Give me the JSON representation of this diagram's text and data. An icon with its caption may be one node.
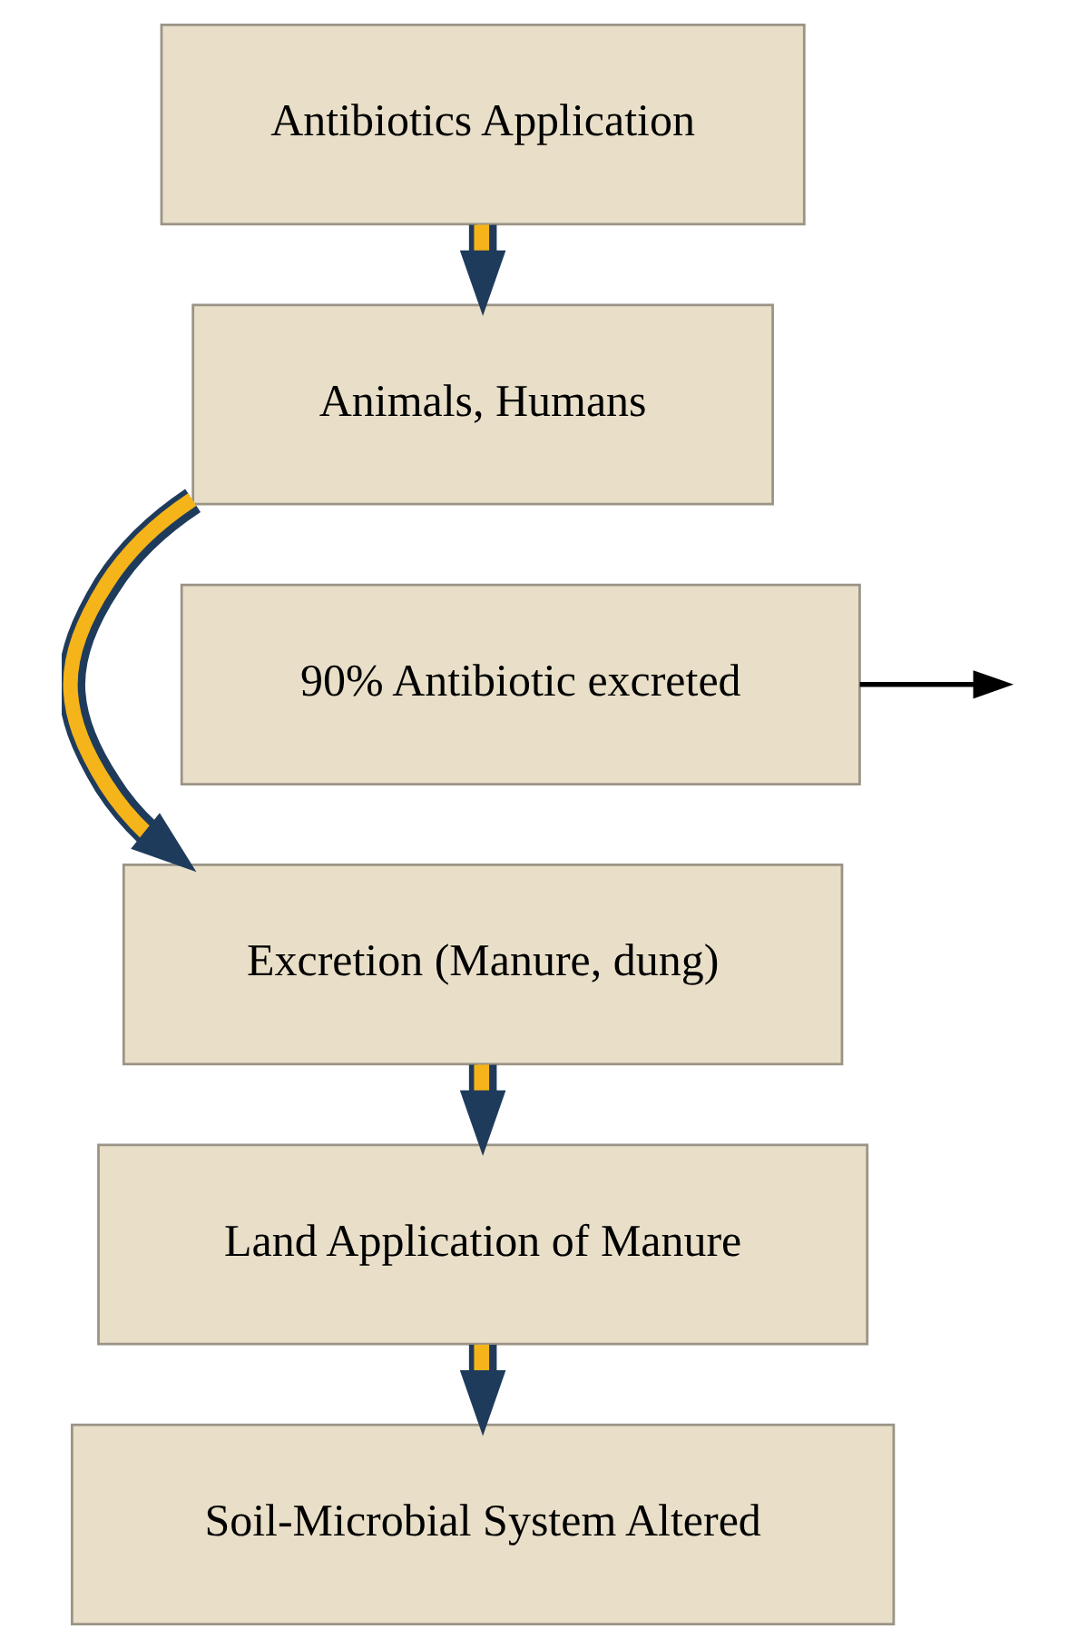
{
  "diagram": {
    "nodes": [
      {
        "text": [
          "Antibiotics Application"
        ]
      },
      {
        "text": [
          "Animals, Humans"
        ]
      },
      {
        "text": [
          "Excretion (Manure, dung)"
        ]
      },
      {
        "text": [
          "Land Application of Manure"
        ]
      },
      {
        "text": [
          "Soil-Microbial System Altered"
        ]
      },
      {
        "text": [
          "90% Antibiotic excreted"
        ]
      }
    ],
    "edges": [
      {
        "from": 0,
        "to": 1,
        "arrow": "to"
      },
      {
        "from": 1,
        "to": 2,
        "arrow": "to"
      },
      {
        "from": 5,
        "to": null,
        "arrow": "to",
        "color": "#000000"
      },
      {
        "from": 2,
        "to": 3,
        "arrow": "to"
      },
      {
        "from": 3,
        "to": 4,
        "arrow": "to"
      }
    ]
  }
}
